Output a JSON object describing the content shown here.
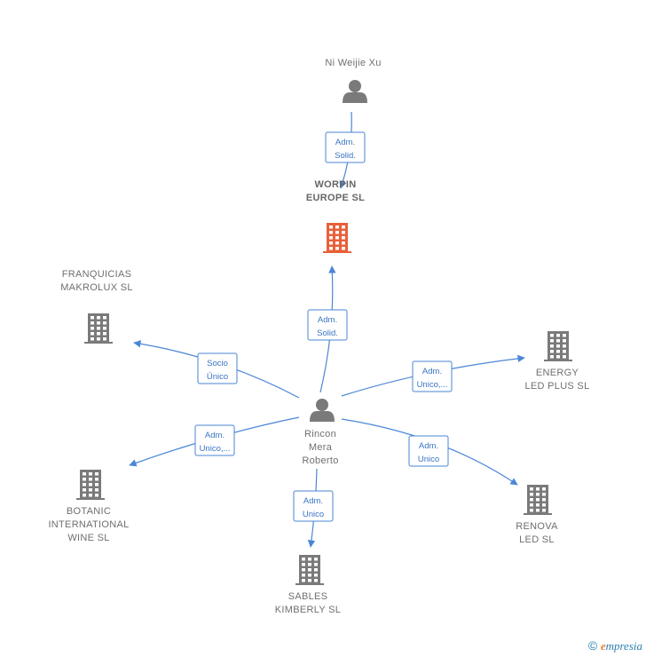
{
  "colors": {
    "edge": "#4a86d6",
    "edge_text": "#3a75c4",
    "node_gray": "#7a7a7a",
    "node_highlight": "#e8603a",
    "label": "#6f6f6f"
  },
  "nodes": [
    {
      "id": "ni-weijie-xu",
      "type": "person",
      "icon": "person-icon",
      "lines": [
        "Ni Weijie Xu"
      ],
      "bold": false,
      "highlight": false
    },
    {
      "id": "worpin-europe-sl",
      "type": "company",
      "icon": "building-icon",
      "lines": [
        "WORPIN",
        "EUROPE  SL"
      ],
      "bold": true,
      "highlight": true
    },
    {
      "id": "rincon-mera-roberto",
      "type": "person",
      "icon": "person-icon",
      "lines": [
        "Rincon",
        "Mera",
        "Roberto"
      ],
      "bold": false,
      "highlight": false
    },
    {
      "id": "franquicias-makrolux-sl",
      "type": "company",
      "icon": "building-icon",
      "lines": [
        "FRANQUICIAS",
        "MAKROLUX  SL"
      ],
      "bold": false,
      "highlight": false
    },
    {
      "id": "energy-led-plus-sl",
      "type": "company",
      "icon": "building-icon",
      "lines": [
        "ENERGY",
        "LED PLUS  SL"
      ],
      "bold": false,
      "highlight": false
    },
    {
      "id": "botanic-international-wine-sl",
      "type": "company",
      "icon": "building-icon",
      "lines": [
        "BOTANIC",
        "INTERNATIONAL",
        "WINE  SL"
      ],
      "bold": false,
      "highlight": false
    },
    {
      "id": "renova-led-sl",
      "type": "company",
      "icon": "building-icon",
      "lines": [
        "RENOVA",
        "LED SL"
      ],
      "bold": false,
      "highlight": false
    },
    {
      "id": "sables-kimberly-sl",
      "type": "company",
      "icon": "building-icon",
      "lines": [
        "SABLES",
        "KIMBERLY SL"
      ],
      "bold": false,
      "highlight": false
    }
  ],
  "edges": [
    {
      "from": "ni-weijie-xu",
      "to": "worpin-europe-sl",
      "lines": [
        "Adm.",
        "Solid."
      ]
    },
    {
      "from": "rincon-mera-roberto",
      "to": "worpin-europe-sl",
      "lines": [
        "Adm.",
        "Solid."
      ]
    },
    {
      "from": "rincon-mera-roberto",
      "to": "franquicias-makrolux-sl",
      "lines": [
        "Socio",
        "Único"
      ]
    },
    {
      "from": "rincon-mera-roberto",
      "to": "energy-led-plus-sl",
      "lines": [
        "Adm.",
        "Unico,..."
      ]
    },
    {
      "from": "rincon-mera-roberto",
      "to": "botanic-international-wine-sl",
      "lines": [
        "Adm.",
        "Unico,..."
      ]
    },
    {
      "from": "rincon-mera-roberto",
      "to": "renova-led-sl",
      "lines": [
        "Adm.",
        "Unico"
      ]
    },
    {
      "from": "rincon-mera-roberto",
      "to": "sables-kimberly-sl",
      "lines": [
        "Adm.",
        "Unico"
      ]
    }
  ],
  "footer": {
    "symbol": "©",
    "brand_initial": "e",
    "brand_rest": "mpresia"
  }
}
